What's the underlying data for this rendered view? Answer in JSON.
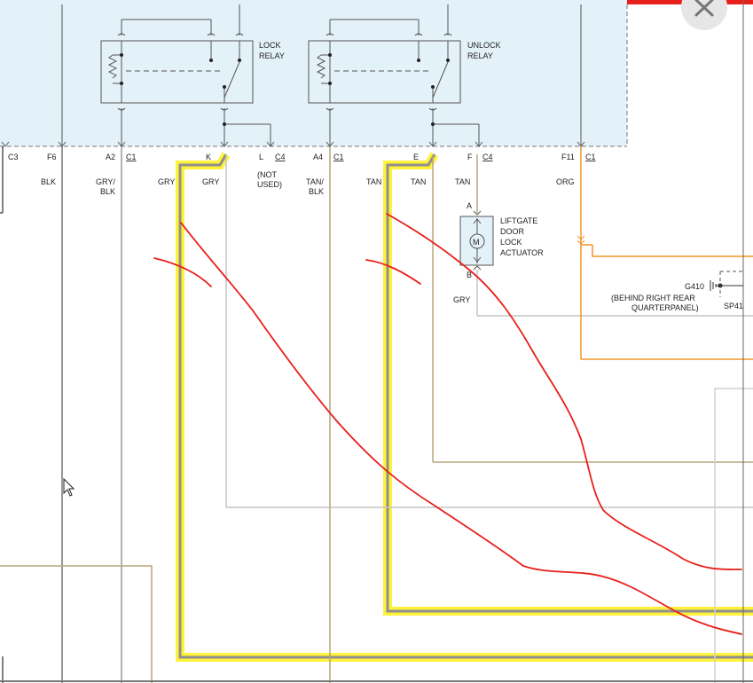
{
  "diagram": {
    "relays": {
      "lock": {
        "line1": "LOCK",
        "line2": "RELAY"
      },
      "unlock": {
        "line1": "UNLOCK",
        "line2": "RELAY"
      }
    },
    "pins": {
      "c3": "C3",
      "f6": "F6",
      "a2": "A2",
      "a2_conn": "C1",
      "k": "K",
      "l": "L",
      "l_conn": "C4",
      "a4": "A4",
      "a4_conn": "C1",
      "e": "E",
      "f": "F",
      "f_conn": "C4",
      "f11": "F11",
      "f11_conn": "C1"
    },
    "wires": {
      "blk": "BLK",
      "gry_blk_1": "GRY/",
      "gry_blk_2": "BLK",
      "gry_left": "GRY",
      "gry_k": "GRY",
      "not_used_1": "(NOT",
      "not_used_2": "USED)",
      "tan_blk_1": "TAN/",
      "tan_blk_2": "BLK",
      "tan_left": "TAN",
      "tan_e": "TAN",
      "tan_f": "TAN",
      "org": "ORG",
      "gry_bottom": "GRY"
    },
    "actuator": {
      "pin_a": "A",
      "pin_b": "B",
      "motor": "M",
      "line1": "LIFTGATE",
      "line2": "DOOR",
      "line3": "LOCK",
      "line4": "ACTUATOR"
    },
    "ground": {
      "id": "G410",
      "loc1": "(BEHIND RIGHT REAR",
      "loc2": "QUARTERPANEL)",
      "splice": "SP41"
    },
    "colors": {
      "highlight": "#fff23a",
      "annotation": "#e8201c",
      "tan_wire": "#b9a57a",
      "org_wire": "#f0962a",
      "gry_wire": "#c4c4c4",
      "module_fill": "#e3f1f8"
    }
  },
  "ui": {
    "close_icon": "close-icon"
  }
}
